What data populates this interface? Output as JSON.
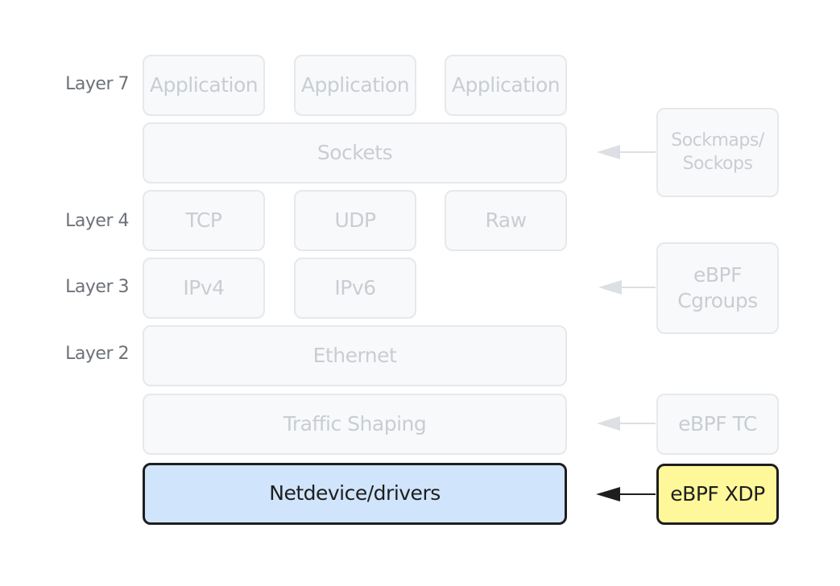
{
  "layers": {
    "l7": "Layer 7",
    "l4": "Layer 4",
    "l3": "Layer 3",
    "l2": "Layer 2"
  },
  "stack": {
    "app1": "Application",
    "app2": "Application",
    "app3": "Application",
    "sockets": "Sockets",
    "tcp": "TCP",
    "udp": "UDP",
    "raw": "Raw",
    "ipv4": "IPv4",
    "ipv6": "IPv6",
    "ethernet": "Ethernet",
    "traffic_shaping": "Traffic Shaping",
    "netdevice": "Netdevice/drivers"
  },
  "hooks": {
    "sockmaps_line1": "Sockmaps/",
    "sockmaps_line2": "Sockops",
    "cgroups_line1": "eBPF",
    "cgroups_line2": "Cgroups",
    "tc": "eBPF TC",
    "xdp": "eBPF XDP"
  },
  "colors": {
    "faded_border": "#e6e8ec",
    "faded_text": "#c9cdd3",
    "active_border": "#1e1e1e",
    "netdevice_fill": "#d0e4fb",
    "xdp_fill": "#fff89a"
  }
}
